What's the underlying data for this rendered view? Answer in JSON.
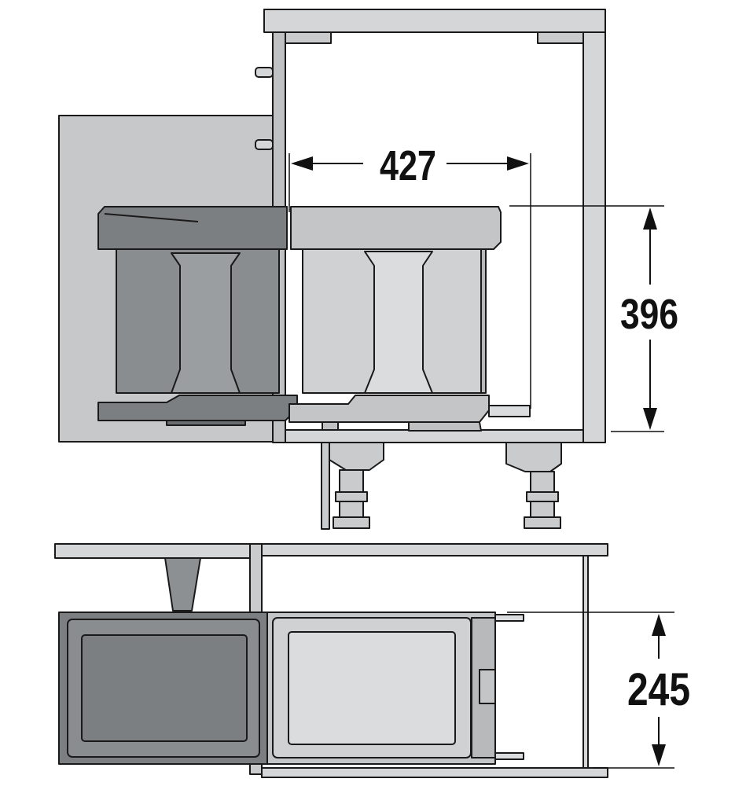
{
  "dimensions": {
    "width_label": "427",
    "height_label": "396",
    "depth_label": "245"
  },
  "colors": {
    "outline": "#1a1a1a",
    "panel_light": "#d4d6d8",
    "panel_mid": "#bfc1c3",
    "panel_dark": "#8d9093",
    "bin_dark": "#7c7f82",
    "bin_dark_body": "#8a8d90",
    "bin_light": "#c3c5c7",
    "bin_light_body": "#cfd1d3",
    "white": "#ffffff"
  }
}
